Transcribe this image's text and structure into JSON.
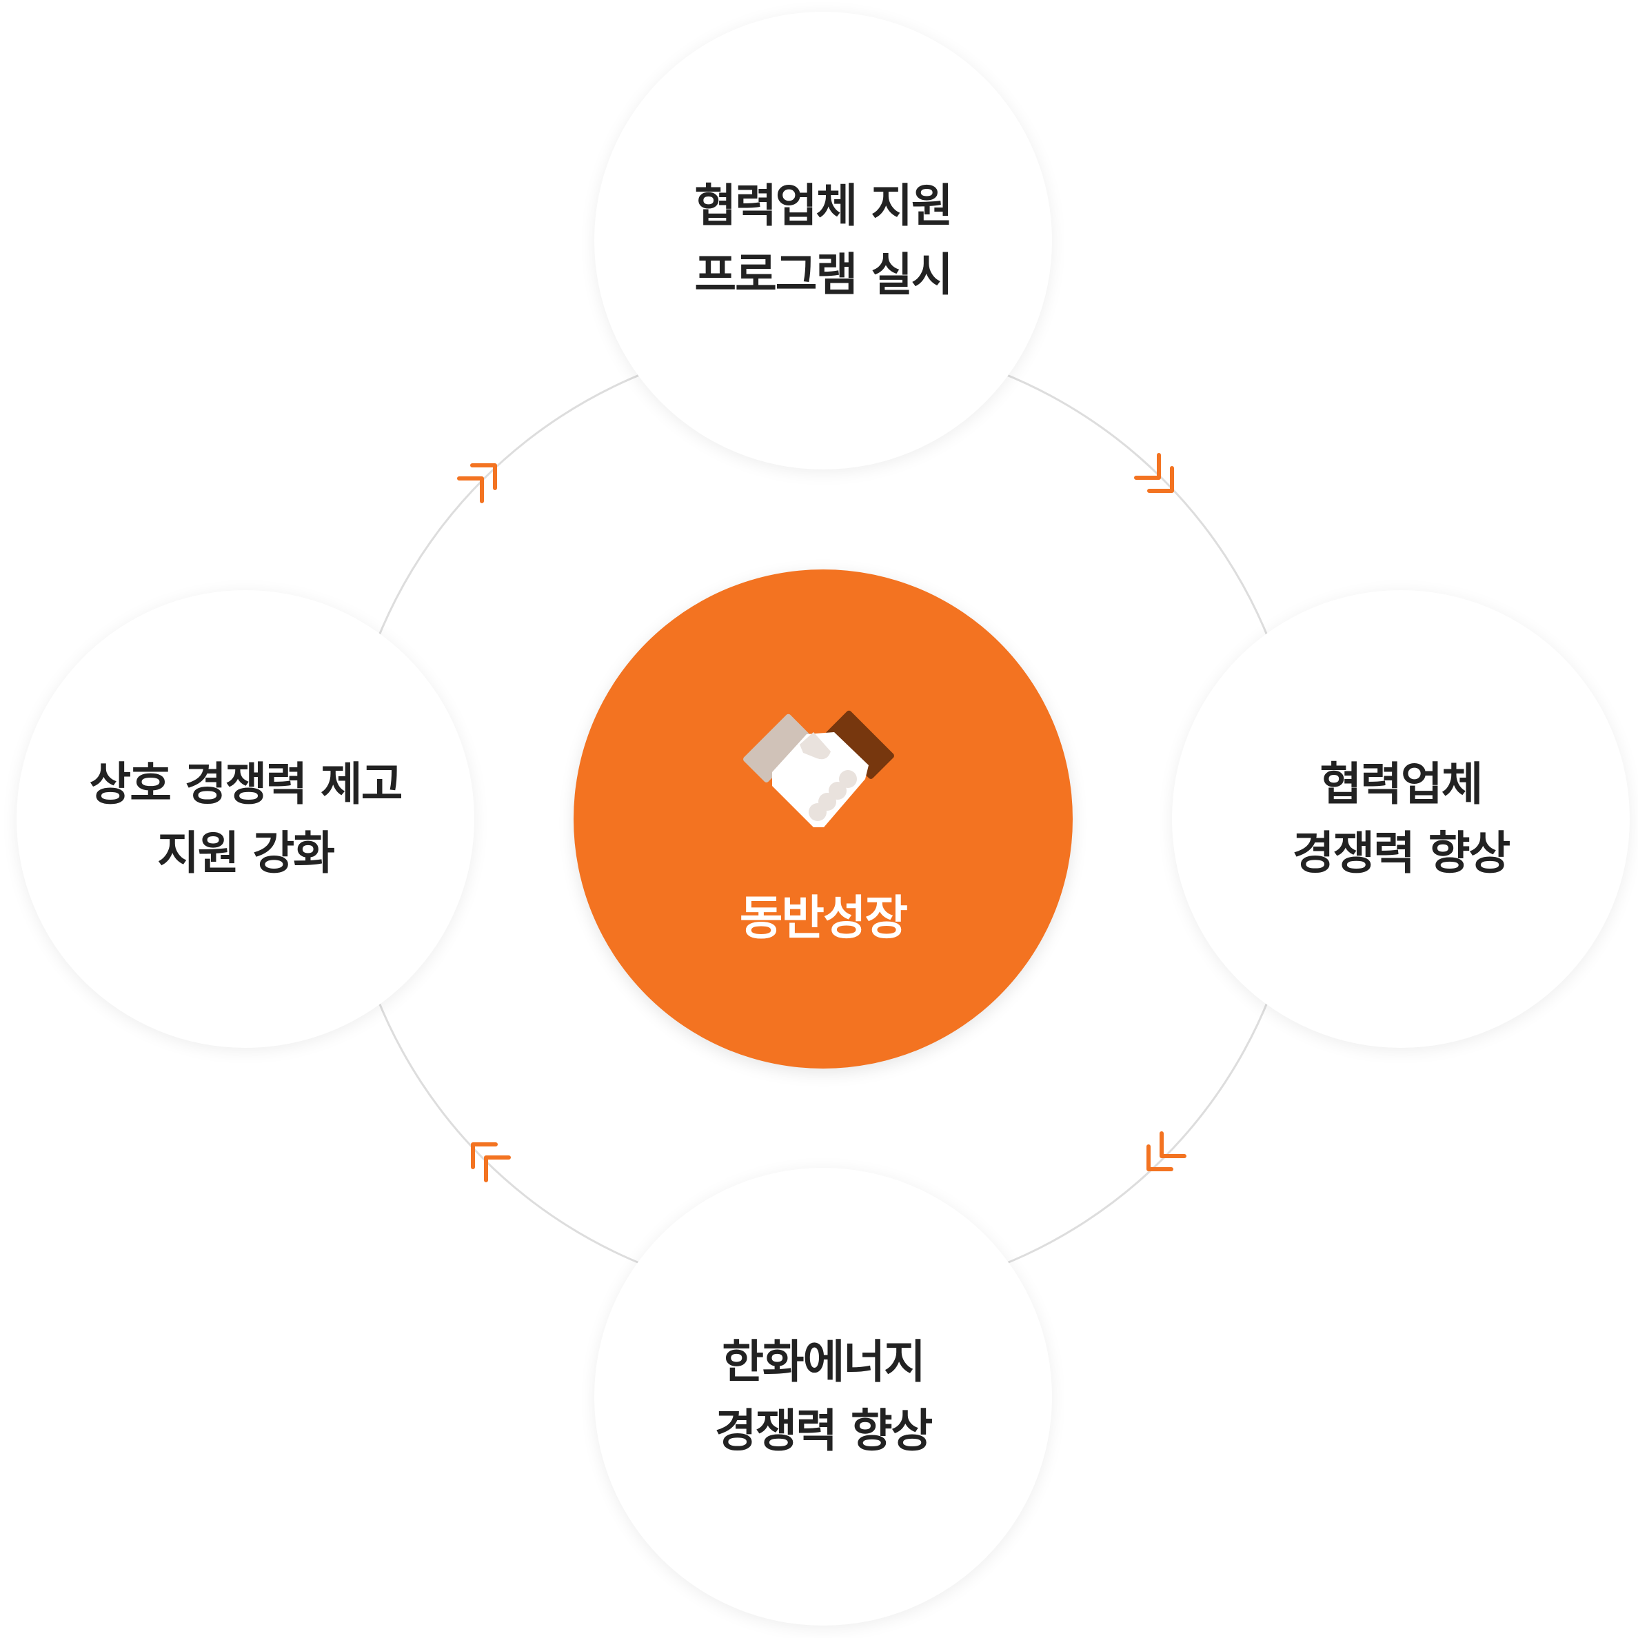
{
  "center": {
    "label": "동반성장",
    "icon": "handshake-icon"
  },
  "nodes": {
    "top": {
      "line1": "협력업체 지원",
      "line2": "프로그램 실시"
    },
    "right": {
      "line1": "협력업체",
      "line2": "경쟁력 향상"
    },
    "bottom": {
      "line1": "한화에너지",
      "line2": "경쟁력 향상"
    },
    "left": {
      "line1": "상호 경쟁력 제고",
      "line2": "지원 강화"
    }
  },
  "colors": {
    "accent": "#f37321",
    "ring": "#dddddd",
    "text": "#222222",
    "cuff_left": "#d0c2b8",
    "cuff_right": "#77370e"
  }
}
